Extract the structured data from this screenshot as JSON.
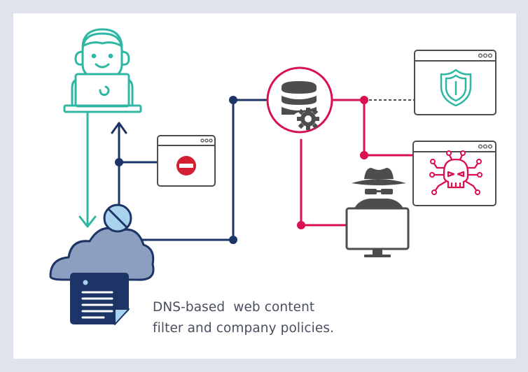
{
  "caption": {
    "line1": "DNS-based  web content",
    "line2": "filter and company policies."
  },
  "colors": {
    "background": "#dfe3ec",
    "panel": "#ffffff",
    "navy": "#1d3566",
    "teal": "#2fb7a4",
    "crimson": "#d9114f",
    "gray": "#4d4d4f",
    "light_blue": "#a9d2ee",
    "cloud_blue": "#8d9fc0",
    "stop_red": "#d21f32"
  },
  "icons": {
    "user": "user-laptop-icon",
    "blocked_window": "blocked-window-icon",
    "dns_server": "dns-server-icon",
    "shield_window": "shield-window-icon",
    "malware_window": "malware-window-icon",
    "hacker": "hacker-computer-icon",
    "cloud": "cloud-document-icon",
    "block": "block-sign-icon"
  },
  "window_dots": "ooo"
}
